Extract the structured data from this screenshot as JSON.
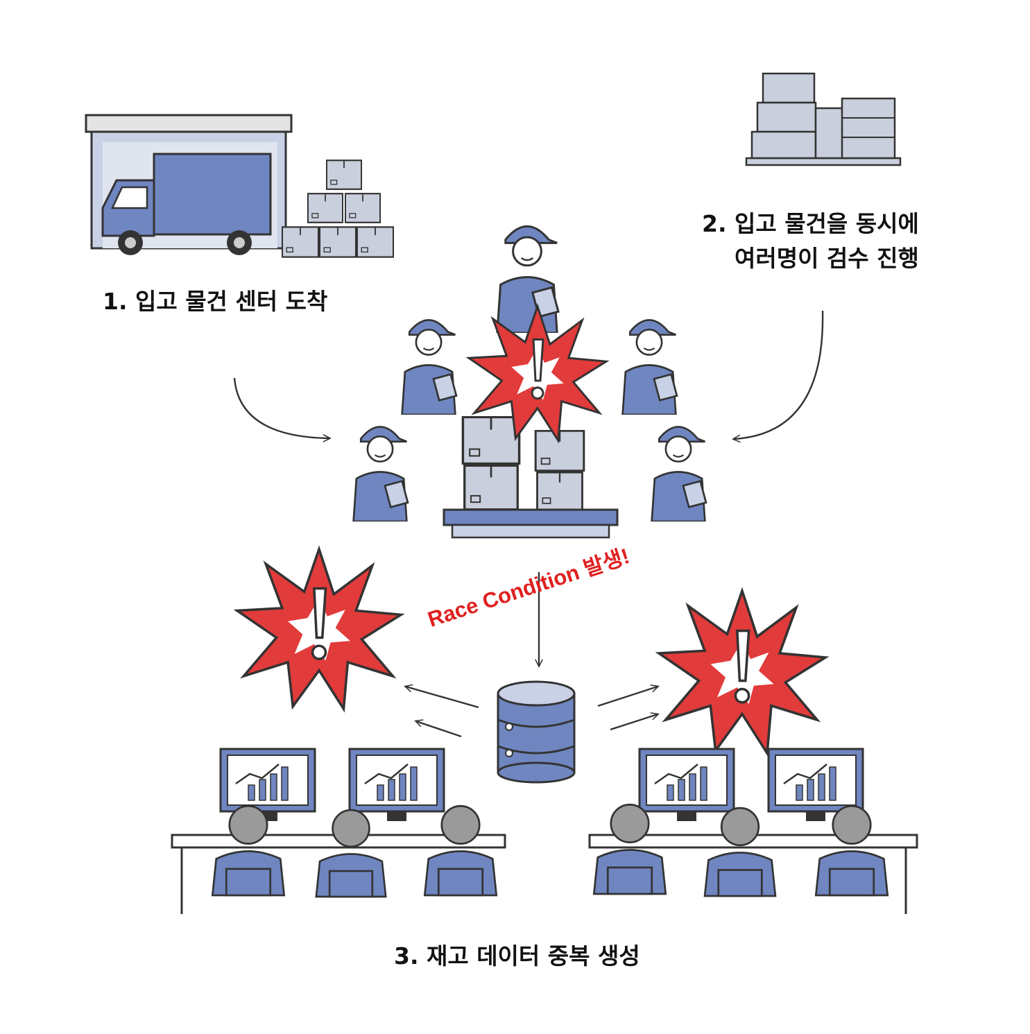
{
  "steps": [
    {
      "label": "1. 입고 물건 센터 도착"
    },
    {
      "label": "2. 입고 물건을 동시에\n여러명이 검수 진행"
    },
    {
      "label": "3. 재고 데이터 중복 생성"
    }
  ],
  "alert": {
    "label": "Race Condition 발생!"
  },
  "colors": {
    "blue": "#6f86c0",
    "light_blue": "#c8d1e6",
    "grey_box": "#c9cfdc",
    "line": "#333333",
    "alert_red": "#e23b3b",
    "alert_text": "#e02020"
  },
  "icons": [
    "truck-icon",
    "warehouse-icon",
    "stacked-boxes-icon",
    "inspector-icon",
    "explosion-icon",
    "database-icon",
    "monitor-chart-icon",
    "office-worker-icon"
  ]
}
